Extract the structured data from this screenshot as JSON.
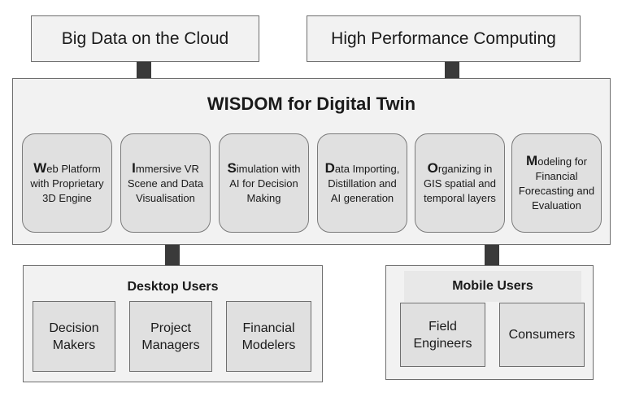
{
  "top_boxes": {
    "left": "Big Data on the Cloud",
    "right": "High Performance Computing"
  },
  "main": {
    "title": "WISDOM for Digital Twin",
    "modules": [
      {
        "initial": "W",
        "rest": "eb Platform with Proprietary 3D Engine"
      },
      {
        "initial": "I",
        "rest": "mmersive VR Scene and Data Visualisation"
      },
      {
        "initial": "S",
        "rest": "imulation with AI for Decision Making"
      },
      {
        "initial": "D",
        "rest": "ata Importing, Distillation and AI generation"
      },
      {
        "initial": "O",
        "rest": "rganizing in GIS spatial and temporal layers"
      },
      {
        "initial": "M",
        "rest": "odeling for Financial Forecasting and Evaluation"
      }
    ]
  },
  "desktop": {
    "title": "Desktop Users",
    "users": [
      "Decision Makers",
      "Project Managers",
      "Financial Modelers"
    ]
  },
  "mobile": {
    "title": "Mobile Users",
    "users": [
      "Field Engineers",
      "Consumers"
    ]
  }
}
